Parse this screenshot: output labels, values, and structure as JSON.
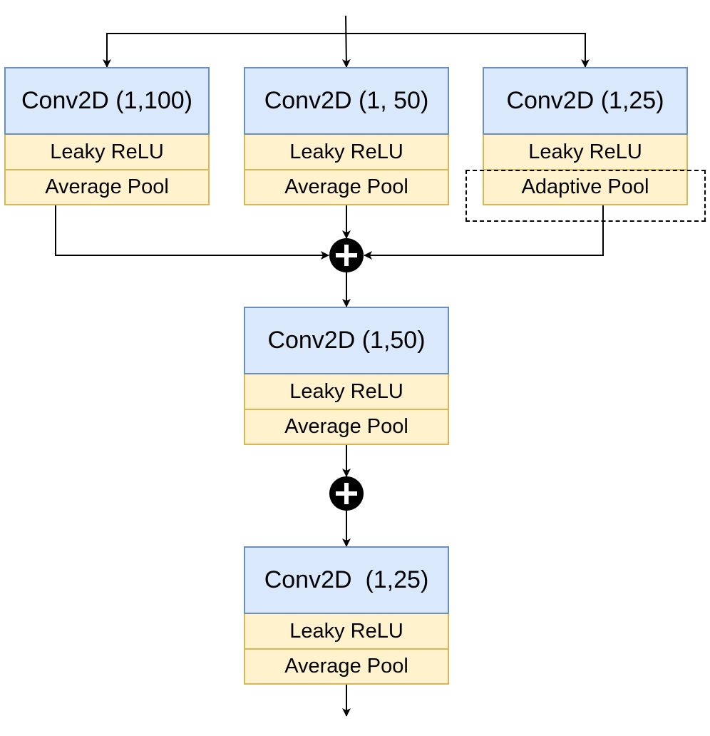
{
  "blocks": [
    {
      "conv": "Conv2D (1,100)",
      "activation": "Leaky ReLU",
      "pool": "Average Pool"
    },
    {
      "conv": "Conv2D (1, 50)",
      "activation": "Leaky ReLU",
      "pool": "Average Pool"
    },
    {
      "conv": "Conv2D (1,25)",
      "activation": "Leaky ReLU",
      "pool": "Adaptive Pool"
    },
    {
      "conv": "Conv2D (1,50)",
      "activation": "Leaky ReLU",
      "pool": "Average Pool"
    },
    {
      "conv": "Conv2D  (1,25)",
      "activation": "Leaky ReLU",
      "pool": "Average Pool"
    }
  ],
  "colors": {
    "conv_fill": "#dae8fc",
    "conv_stroke": "#6c8ebf",
    "layer_fill": "#fff2cc",
    "layer_stroke": "#d6b656"
  }
}
